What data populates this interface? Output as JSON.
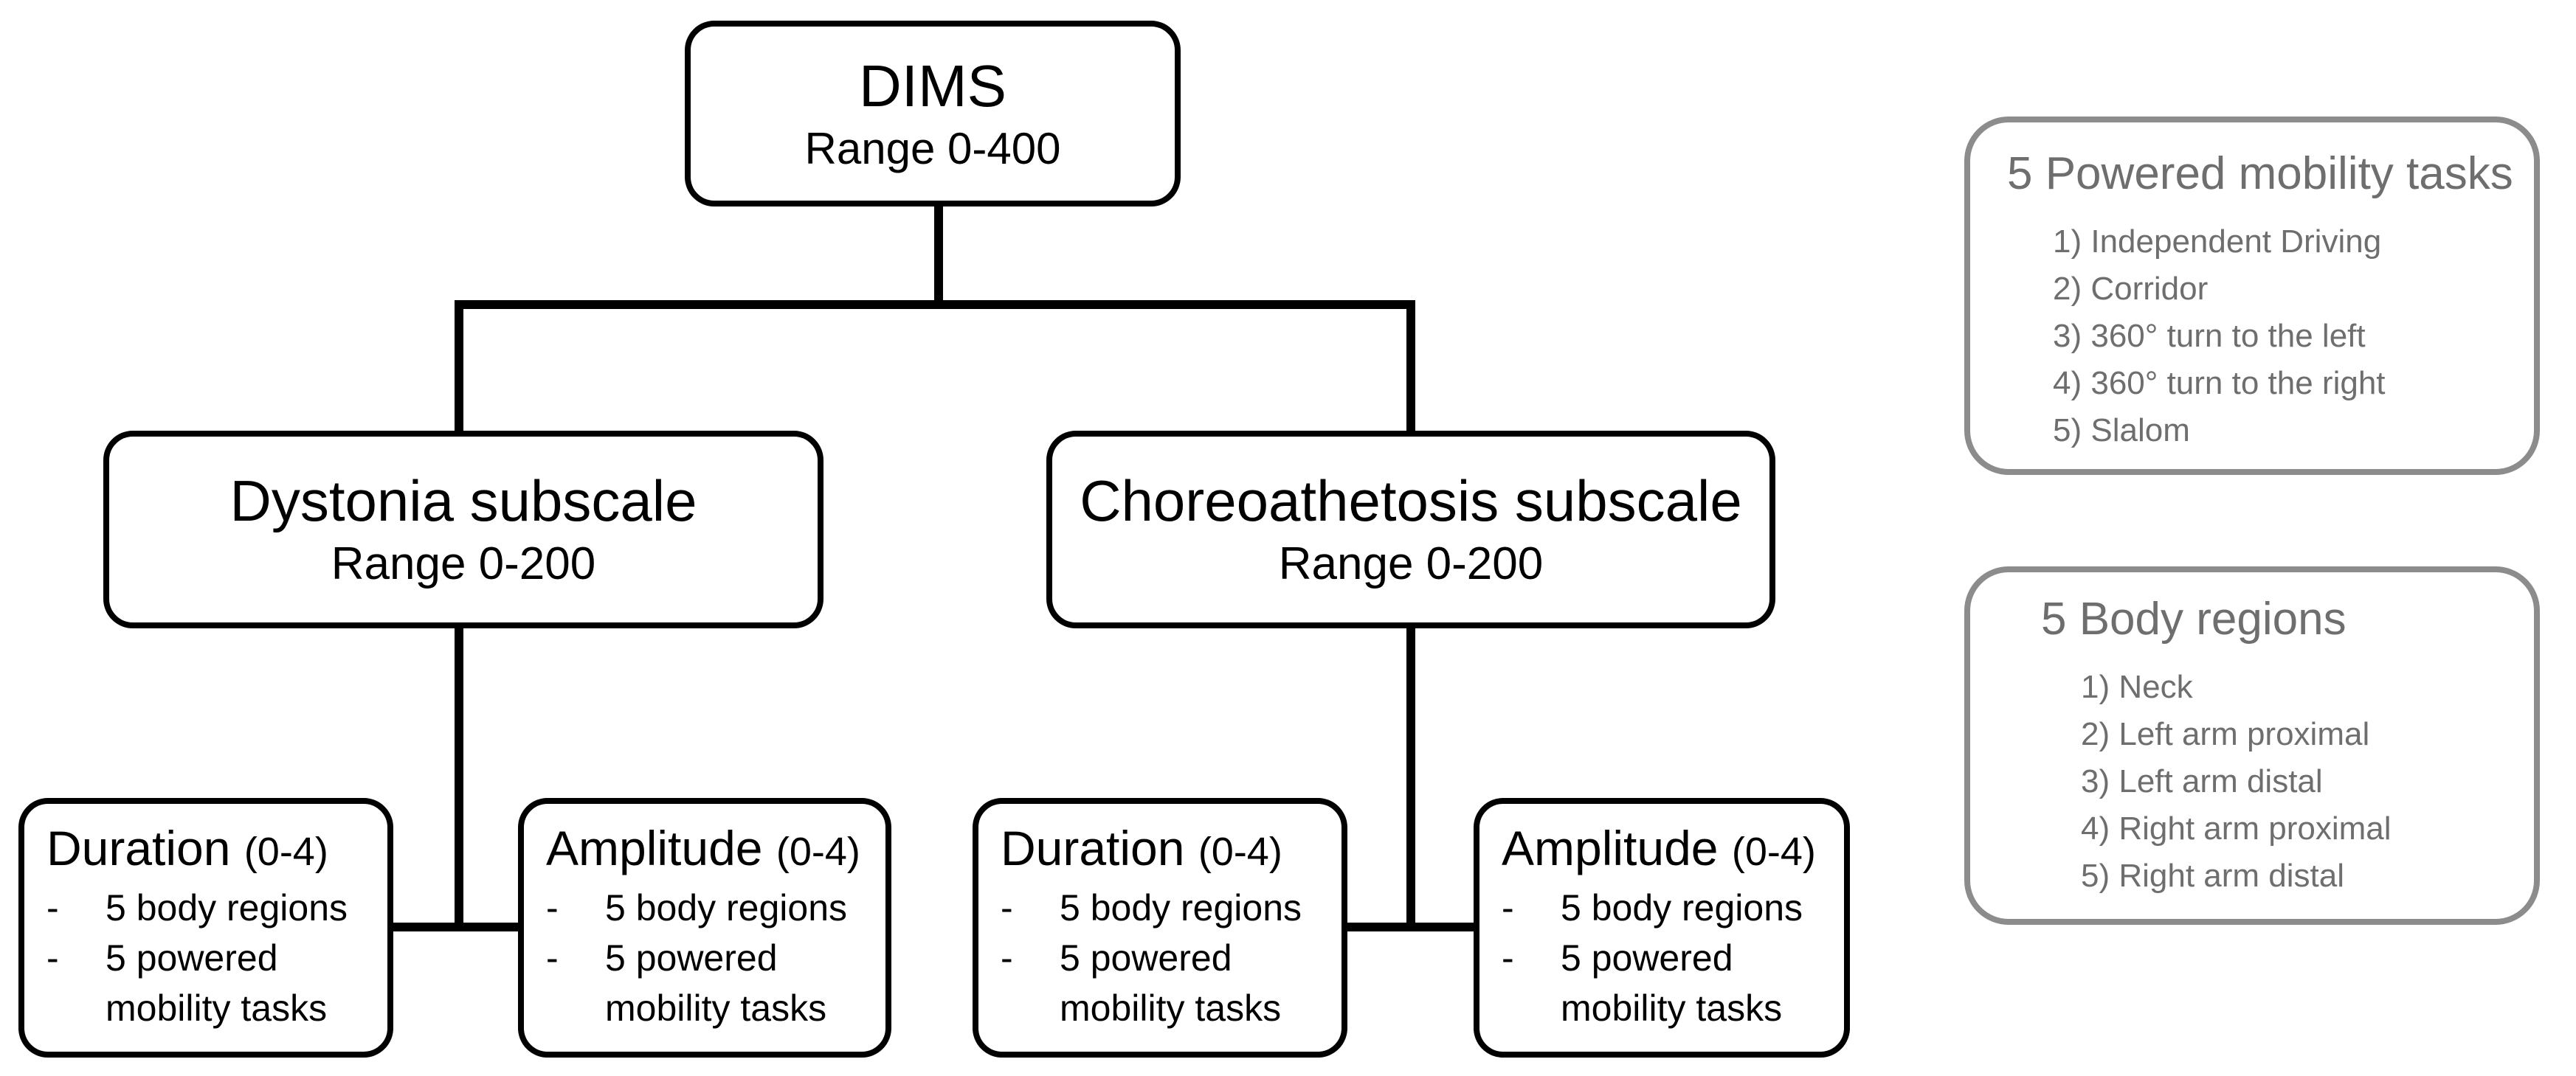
{
  "colors": {
    "stroke": "#000000",
    "side_border": "#8c8c8c",
    "side_text": "#6e6e6e"
  },
  "root": {
    "title": "DIMS",
    "range": "Range 0-400"
  },
  "subscales": [
    {
      "title": "Dystonia subscale",
      "range": "Range 0-200",
      "children": [
        {
          "label": "Duration",
          "scale": "(0-4)",
          "bullets": [
            {
              "dash": "-",
              "text": "5 body regions"
            },
            {
              "dash": "-",
              "text": "5 powered mobility tasks"
            }
          ]
        },
        {
          "label": "Amplitude",
          "scale": "(0-4)",
          "bullets": [
            {
              "dash": "-",
              "text": "5 body regions"
            },
            {
              "dash": "-",
              "text": "5 powered mobility tasks"
            }
          ]
        }
      ]
    },
    {
      "title": "Choreoathetosis subscale",
      "range": "Range 0-200",
      "children": [
        {
          "label": "Duration",
          "scale": "(0-4)",
          "bullets": [
            {
              "dash": "-",
              "text": "5 body regions"
            },
            {
              "dash": "-",
              "text": "5 powered mobility tasks"
            }
          ]
        },
        {
          "label": "Amplitude",
          "scale": "(0-4)",
          "bullets": [
            {
              "dash": "-",
              "text": "5 body regions"
            },
            {
              "dash": "-",
              "text": "5 powered mobility tasks"
            }
          ]
        }
      ]
    }
  ],
  "side_panels": {
    "mobility": {
      "title": "5 Powered mobility tasks",
      "items": [
        "1) Independent Driving",
        "2) Corridor",
        "3) 360° turn to the left",
        "4) 360° turn to the right",
        "5) Slalom"
      ]
    },
    "body": {
      "title": "5 Body regions",
      "items": [
        "1) Neck",
        "2) Left arm proximal",
        "3) Left arm distal",
        "4) Right arm proximal",
        "5) Right arm distal"
      ]
    }
  }
}
